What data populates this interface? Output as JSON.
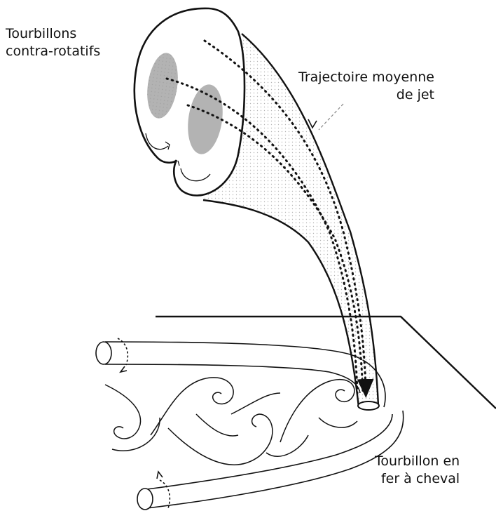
{
  "labels": {
    "counter_rotating": {
      "line1": "Tourbillons",
      "line2": "contra-rotatifs"
    },
    "trajectory": {
      "line1": "Trajectoire moyenne",
      "line2": "de jet"
    },
    "horseshoe": {
      "line1": "Tourbillon en",
      "line2": "fer à cheval"
    }
  },
  "colors": {
    "ink": "#111111",
    "vortex_core_fill": "#9a9a9a",
    "jet_shading": "#c8c8c8",
    "background": "#ffffff"
  }
}
